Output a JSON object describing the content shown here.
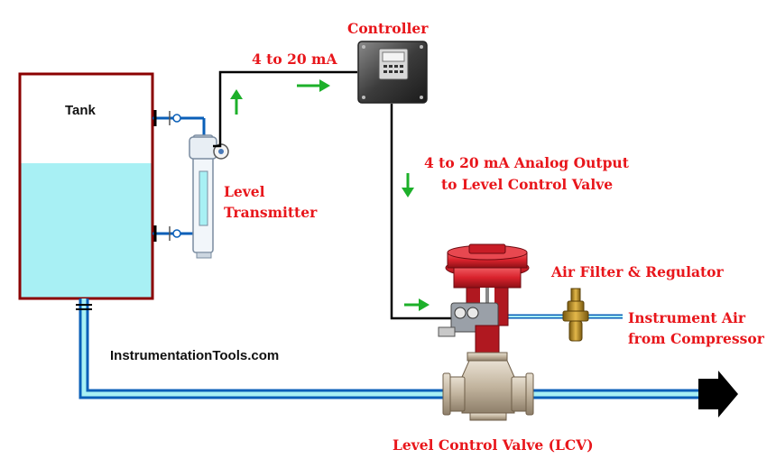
{
  "labels": {
    "tank": "Tank",
    "signal_in": "4 to 20 mA",
    "controller": "Controller",
    "transmitter_line1": "Level",
    "transmitter_line2": "Transmitter",
    "analog_output_line1": "4 to 20 mA Analog Output",
    "analog_output_line2": "to Level Control Valve",
    "air_filter": "Air Filter & Regulator",
    "instrument_air_line1": "Instrument Air",
    "instrument_air_line2": "from Compressor",
    "website": "InstrumentationTools.com",
    "lcv": "Level Control Valve (LCV)"
  },
  "colors": {
    "label_red": "#e8161b",
    "water": "#a8f0f4",
    "pipe_blue": "#0a5fb8",
    "signal_wire": "#000000",
    "flow_arrow_green": "#1db02a",
    "actuator_red": "#d8222c",
    "valve_body": "#c8bba8"
  },
  "icons": [
    "controller-icon",
    "level-transmitter-icon",
    "control-valve-icon",
    "air-filter-regulator-icon",
    "flow-arrow-icon"
  ]
}
